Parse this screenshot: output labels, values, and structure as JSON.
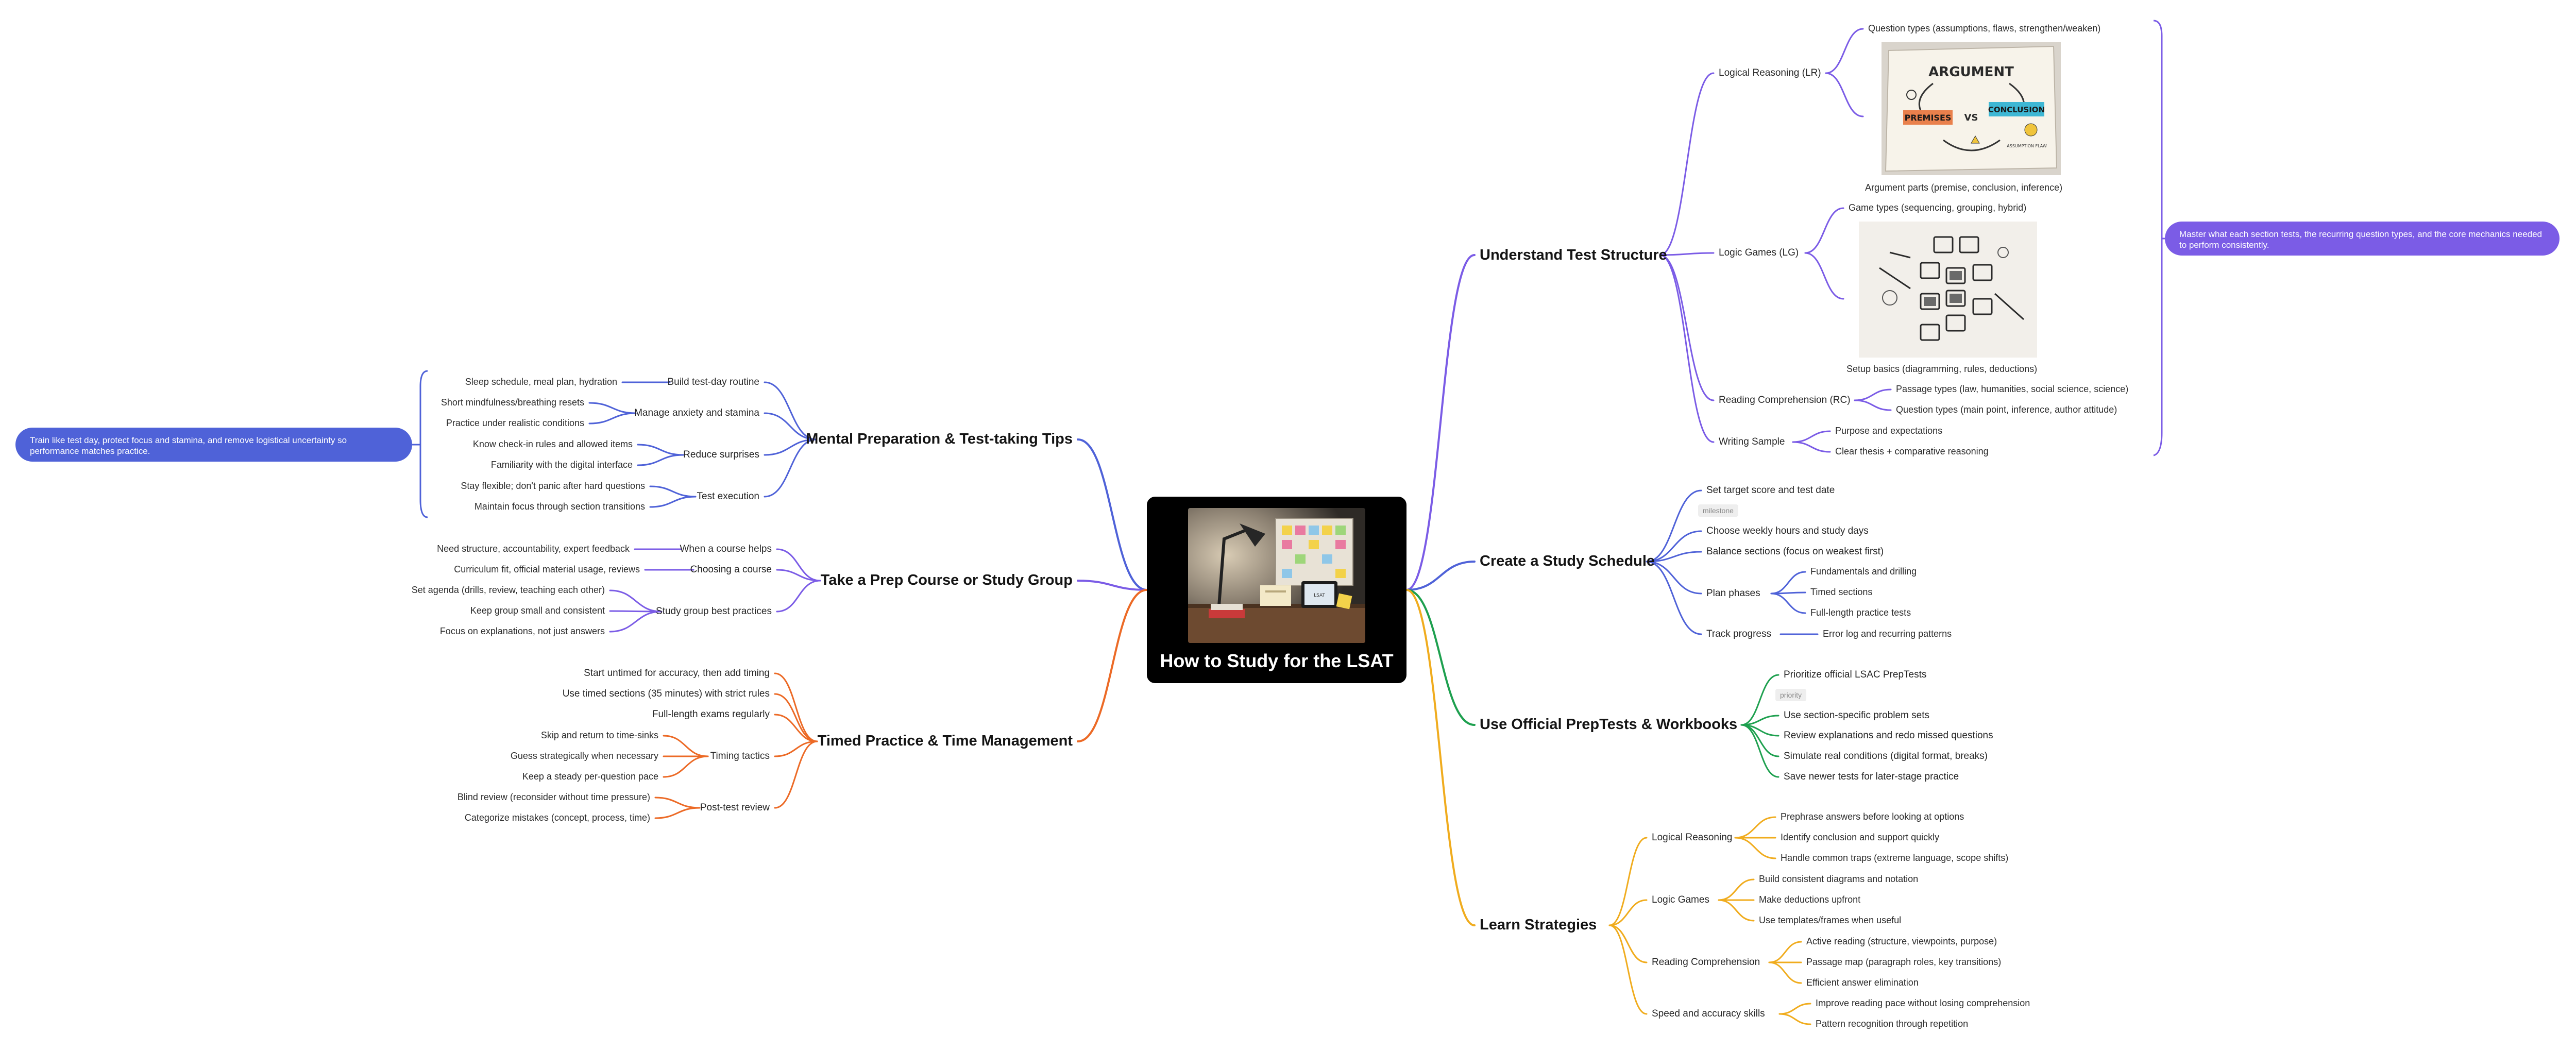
{
  "root": {
    "title": "How to Study for the LSAT",
    "image": "desk-study-photo"
  },
  "colors": {
    "purple": "#7b5ce6",
    "blue": "#4f62d8",
    "green": "#1ea04f",
    "yellow": "#f0ac1e",
    "orange": "#ec6a26"
  },
  "right": {
    "structure": {
      "title": "Understand Test Structure",
      "lr": {
        "label": "Logical Reasoning (LR)",
        "item1": "Question types (assumptions, flaws, strengthen/weaken)",
        "item2": "Argument parts (premise, conclusion, inference)"
      },
      "lr_image": {
        "title": "ARGUMENT",
        "left": "PREMISES",
        "vs": "VS",
        "right": "CONCLUSION",
        "small": "ASSUMPTION FLAW"
      },
      "lg": {
        "label": "Logic Games (LG)",
        "item1": "Game types (sequencing, grouping, hybrid)",
        "item2": "Setup basics (diagramming, rules, deductions)"
      },
      "rc": {
        "label": "Reading Comprehension (RC)",
        "item1": "Passage types (law, humanities, social science, science)",
        "item2": "Question types (main point, inference, author attitude)"
      },
      "ws": {
        "label": "Writing Sample",
        "item1": "Purpose and expectations",
        "item2": "Clear thesis + comparative reasoning"
      },
      "note": "Master what each section tests, the recurring question types, and the core mechanics needed to perform consistently."
    },
    "schedule": {
      "title": "Create a Study Schedule",
      "target": "Set target score and test date",
      "tag": "milestone",
      "weekly": "Choose weekly hours and study days",
      "balance": "Balance sections (focus on weakest first)",
      "phases": {
        "label": "Plan phases",
        "item1": "Fundamentals and drilling",
        "item2": "Timed sections",
        "item3": "Full-length practice tests"
      },
      "track": {
        "label": "Track progress",
        "item1": "Error log and recurring patterns"
      }
    },
    "preptests": {
      "title": "Use Official PrepTests & Workbooks",
      "item1": "Prioritize official LSAC PrepTests",
      "tag": "priority",
      "item2": "Use section-specific problem sets",
      "item3": "Review explanations and redo missed questions",
      "item4": "Simulate real conditions (digital format, breaks)",
      "item5": "Save newer tests for later-stage practice"
    },
    "strategies": {
      "title": "Learn Strategies",
      "lr": {
        "label": "Logical Reasoning",
        "item1": "Prephrase answers before looking at options",
        "item2": "Identify conclusion and support quickly",
        "item3": "Handle common traps (extreme language, scope shifts)"
      },
      "lg": {
        "label": "Logic Games",
        "item1": "Build consistent diagrams and notation",
        "item2": "Make deductions upfront",
        "item3": "Use templates/frames when useful"
      },
      "rc": {
        "label": "Reading Comprehension",
        "item1": "Active reading (structure, viewpoints, purpose)",
        "item2": "Passage map (paragraph roles, key transitions)",
        "item3": "Efficient answer elimination"
      },
      "speed": {
        "label": "Speed and accuracy skills",
        "item1": "Improve reading pace without losing comprehension",
        "item2": "Pattern recognition through repetition"
      }
    }
  },
  "left": {
    "mental": {
      "title": "Mental Preparation & Test-taking Tips",
      "routine": {
        "label": "Build test-day routine",
        "item1": "Sleep schedule, meal plan, hydration"
      },
      "anxiety": {
        "label": "Manage anxiety and stamina",
        "item1": "Short mindfulness/breathing resets",
        "item2": "Practice under realistic conditions"
      },
      "surprises": {
        "label": "Reduce surprises",
        "item1": "Know check-in rules and allowed items",
        "item2": "Familiarity with the digital interface"
      },
      "execution": {
        "label": "Test execution",
        "item1": "Stay flexible; don't panic after hard questions",
        "item2": "Maintain focus through section transitions"
      },
      "note": "Train like test day, protect focus and stamina, and remove logistical uncertainty so performance matches practice."
    },
    "course": {
      "title": "Take a Prep Course or Study Group",
      "when": {
        "label": "When a course helps",
        "item1": "Need structure, accountability, expert feedback"
      },
      "choosing": {
        "label": "Choosing a course",
        "item1": "Curriculum fit, official material usage, reviews"
      },
      "group": {
        "label": "Study group best practices",
        "item1": "Set agenda (drills, review, teaching each other)",
        "item2": "Keep group small and consistent",
        "item3": "Focus on explanations, not just answers"
      }
    },
    "timed": {
      "title": "Timed Practice & Time Management",
      "item1": "Start untimed for accuracy, then add timing",
      "item2": "Use timed sections (35 minutes) with strict rules",
      "item3": "Full-length exams regularly",
      "tactics": {
        "label": "Timing tactics",
        "item1": "Skip and return to time-sinks",
        "item2": "Guess strategically when necessary",
        "item3": "Keep a steady per-question pace"
      },
      "review": {
        "label": "Post-test review",
        "item1": "Blind review (reconsider without time pressure)",
        "item2": "Categorize mistakes (concept, process, time)"
      }
    }
  }
}
